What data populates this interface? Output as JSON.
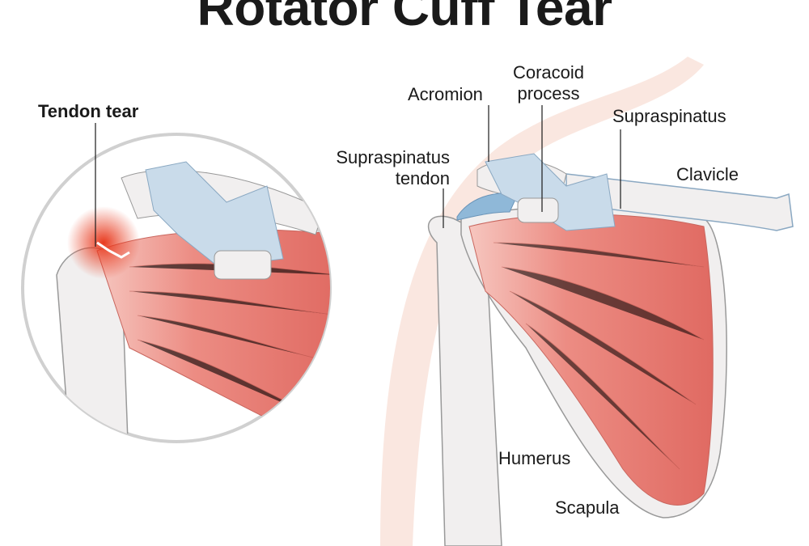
{
  "title": "Rotator Cuff Tear",
  "labels": {
    "tendon_tear": "Tendon tear",
    "acromion": "Acromion",
    "coracoid_line1": "Coracoid",
    "coracoid_line2": "process",
    "supraspinatus": "Supraspinatus",
    "supraspinatus_tendon_line1": "Supraspinatus",
    "supraspinatus_tendon_line2": "tendon",
    "clavicle": "Clavicle",
    "humerus": "Humerus",
    "scapula": "Scapula"
  },
  "colors": {
    "muscle": "#e8776f",
    "muscle_light": "#f4b3ab",
    "bone": "#f1efef",
    "ligament": "#c9dbea",
    "tear_highlight": "#e83a1e",
    "skin": "#f8ddd3",
    "inset_border": "#d0d0d0"
  }
}
